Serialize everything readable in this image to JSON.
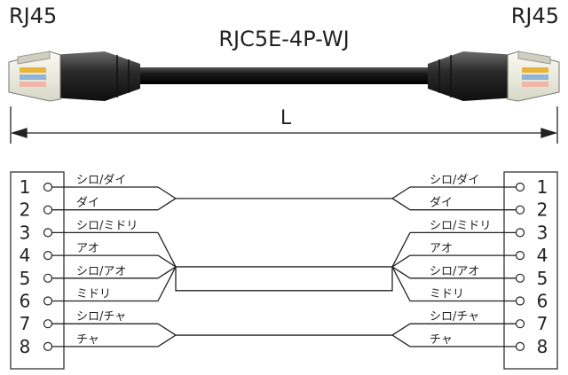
{
  "header": {
    "left_connector": "RJ45",
    "right_connector": "RJ45",
    "cable_model": "RJC5E-4P-WJ",
    "length_label": "L"
  },
  "pins": [
    {
      "number": "1",
      "color": "シロ/ダイ"
    },
    {
      "number": "2",
      "color": "ダイ"
    },
    {
      "number": "3",
      "color": "シロ/ミドリ"
    },
    {
      "number": "4",
      "color": "アオ"
    },
    {
      "number": "5",
      "color": "シロ/アオ"
    },
    {
      "number": "6",
      "color": "ミドリ"
    },
    {
      "number": "7",
      "color": "シロ/チャ"
    },
    {
      "number": "8",
      "color": "チャ"
    }
  ],
  "colors": {
    "line": "#222222",
    "cable": "#1a1a1a",
    "boot": "#2b2b2b"
  }
}
